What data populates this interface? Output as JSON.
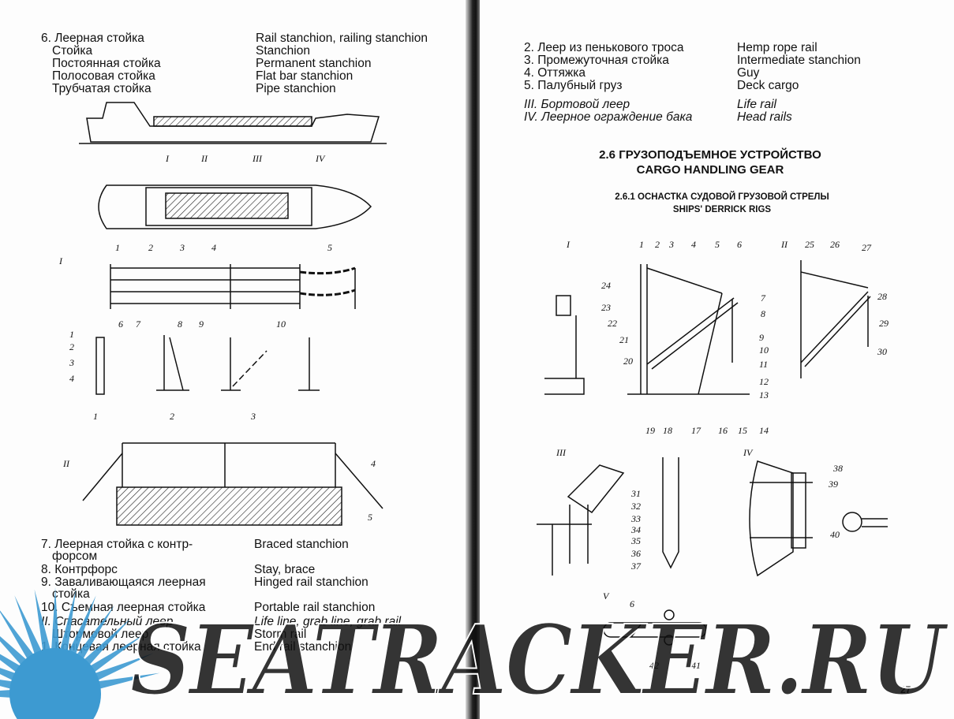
{
  "left_page": {
    "top_entries": [
      {
        "ru": "6. Леерная стойка",
        "en": "Rail stanchion, railing stanchion"
      },
      {
        "ru": "Стойка",
        "en": "Stanchion"
      },
      {
        "ru": "Постоянная стойка",
        "en": "Permanent stanchion"
      },
      {
        "ru": "Полосовая стойка",
        "en": "Flat bar stanchion"
      },
      {
        "ru": "Трубчатая стойка",
        "en": "Pipe stanchion"
      }
    ],
    "bottom_entries": [
      {
        "ru": "7. Леерная   стойка с контр-",
        "en": "Braced stanchion"
      },
      {
        "ru": "форсом",
        "en": ""
      },
      {
        "ru": "8. Контрфорс",
        "en": "Stay, brace"
      },
      {
        "ru": "9. Заваливающаяся    леерная",
        "en": "Hinged rail stanchion"
      },
      {
        "ru": "стойка",
        "en": ""
      },
      {
        "ru": "10. Съемная леерная стойка",
        "en": "Portable rail stanchion"
      },
      {
        "ru": "II.  Спасательный леер",
        "en": "Life line, grab line, grab rail",
        "italic": true
      },
      {
        "ru": "Штормовой леер",
        "en": "Storm rail"
      },
      {
        "ru": "1. Концевая леерная стойка",
        "en": "End rail stanchion"
      }
    ],
    "page_number": "26",
    "figure_labels": {
      "ship": [
        "I",
        "II",
        "III",
        "IV"
      ],
      "rail_I": [
        "I",
        "1",
        "2",
        "3",
        "4",
        "5"
      ],
      "stanchions": [
        "1",
        "2",
        "3",
        "4",
        "6",
        "7",
        "8",
        "9",
        "10"
      ],
      "rail_II": [
        "II",
        "1",
        "2",
        "3",
        "4",
        "5"
      ]
    }
  },
  "right_page": {
    "top_entries": [
      {
        "ru": "2. Леер из пенькового троса",
        "en": "Hemp rope rail"
      },
      {
        "ru": "3. Промежуточная стойка",
        "en": "Intermediate stanchion"
      },
      {
        "ru": "4. Оттяжка",
        "en": "Guy"
      },
      {
        "ru": "5. Палубный груз",
        "en": "Deck cargo"
      },
      {
        "ru": "III.  Бортовой леер",
        "en": "Life rail",
        "italic": true
      },
      {
        "ru": "IV.  Леерное ограждение бака",
        "en": "Head rails",
        "italic": true
      }
    ],
    "section_title_ru": "2.6 ГРУЗОПОДЪЕМНОЕ УСТРОЙСТВО",
    "section_title_en": "CARGO HANDLING GEAR",
    "subsection_title_ru": "2.6.1 ОСНАСТКА СУДОВОЙ ГРУЗОВОЙ СТРЕЛЫ",
    "subsection_title_en": "SHIPS' DERRICK RIGS",
    "page_number": "27",
    "figure_labels": {
      "fig_I": [
        "I",
        "1",
        "2",
        "3",
        "4",
        "5",
        "6",
        "7",
        "8",
        "9",
        "10",
        "11",
        "12",
        "13",
        "14",
        "15",
        "16",
        "17",
        "18",
        "19",
        "20",
        "21",
        "22",
        "23",
        "24"
      ],
      "fig_II": [
        "II",
        "25",
        "26",
        "27",
        "28",
        "29",
        "30"
      ],
      "fig_III": [
        "III",
        "31",
        "32",
        "33",
        "34",
        "35",
        "36",
        "37"
      ],
      "fig_IV": [
        "IV",
        "38",
        "39",
        "40"
      ],
      "fig_V": [
        "V",
        "6",
        "42",
        "41"
      ]
    }
  },
  "watermark": {
    "text": "SEATRACKER.RU",
    "color": "#3d9ad1"
  }
}
